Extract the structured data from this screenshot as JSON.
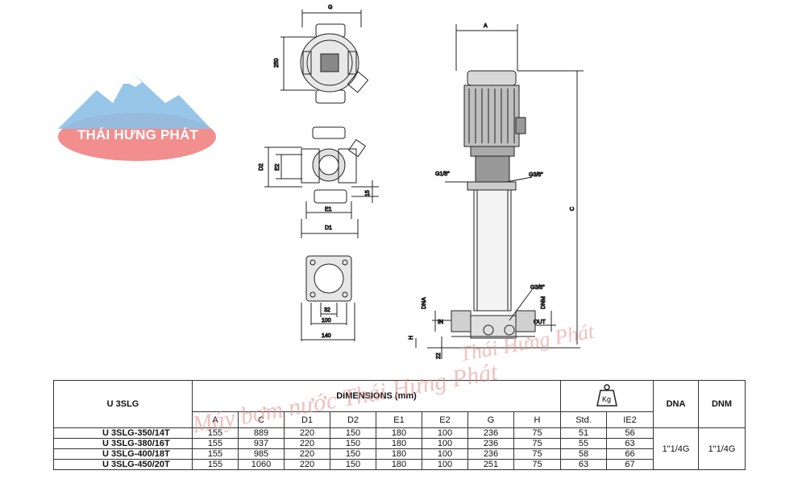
{
  "brand": {
    "logo_text": "THÁI HƯNG PHÁT",
    "watermark_top": "Thái Hưng Phát",
    "watermark_table": "Máy bơm nước Thái Hưng Phát"
  },
  "drawing_labels": {
    "G": "G",
    "h250": "250",
    "D2": "D2",
    "E2": "E2",
    "E1": "E1",
    "D1": "D1",
    "h15": "15",
    "d32": "32",
    "d100": "100",
    "d140": "140",
    "A": "A",
    "C": "C",
    "G1_8": "G1/8\"",
    "G3_8_top": "G3/8\"",
    "G3_8_bot": "G3/8\"",
    "DNA": "DNA",
    "DNM": "DNM",
    "IN": "IN",
    "OUT": "OUT",
    "H": "H",
    "h22": "22"
  },
  "table": {
    "series": "U 3SLG",
    "dimensions_title": "DIMENSIONS (mm)",
    "columns": [
      "A",
      "C",
      "D1",
      "D2",
      "E1",
      "E2",
      "G",
      "H"
    ],
    "weight_cols": [
      "Std.",
      "IE2"
    ],
    "weight_icon": "Kg",
    "dna_title": "DNA",
    "dnm_title": "DNM",
    "dna_value": "1\"1/4G",
    "dnm_value": "1\"1/4G",
    "rows": [
      {
        "model": "U 3SLG-350/14T",
        "values": [
          "155",
          "889",
          "220",
          "150",
          "180",
          "100",
          "236",
          "75"
        ],
        "std": "51",
        "ie2": "56"
      },
      {
        "model": "U 3SLG-380/16T",
        "values": [
          "155",
          "937",
          "220",
          "150",
          "180",
          "100",
          "236",
          "75"
        ],
        "std": "55",
        "ie2": "63"
      },
      {
        "model": "U 3SLG-400/18T",
        "values": [
          "155",
          "985",
          "220",
          "150",
          "180",
          "100",
          "236",
          "75"
        ],
        "std": "58",
        "ie2": "66"
      },
      {
        "model": "U 3SLG-450/20T",
        "values": [
          "155",
          "1060",
          "220",
          "150",
          "180",
          "100",
          "251",
          "75"
        ],
        "std": "63",
        "ie2": "67"
      }
    ]
  }
}
